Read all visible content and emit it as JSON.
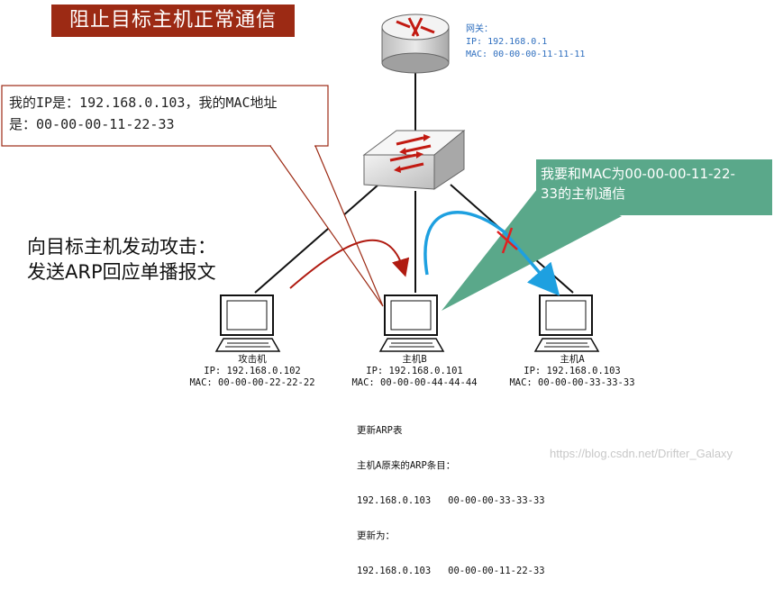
{
  "title": "阻止目标主机正常通信",
  "gateway": {
    "label": "网关：",
    "ip": "IP: 192.168.0.1",
    "mac": "MAC: 00-00-00-11-11-11"
  },
  "callout": {
    "text_line1": "我的IP是：192.168.0.103，我的MAC地址",
    "text_line2": "是：00-00-00-11-22-33"
  },
  "attack_description": {
    "line1": "向目标主机发动攻击：",
    "line2": "发送ARP回应单播报文"
  },
  "host_a_bubble": {
    "line1": "我要和MAC为00-00-00-11-22-",
    "line2": "33的主机通信"
  },
  "hosts": [
    {
      "name": "攻击机",
      "ip": "IP: 192.168.0.102",
      "mac": "MAC: 00-00-00-22-22-22"
    },
    {
      "name": "主机B",
      "ip": "IP: 192.168.0.101",
      "mac": "MAC: 00-00-00-44-44-44"
    },
    {
      "name": "主机A",
      "ip": "IP: 192.168.0.103",
      "mac": "MAC: 00-00-00-33-33-33"
    }
  ],
  "arp_update": {
    "line1": "更新ARP表",
    "line2": "主机A原来的ARP条目：",
    "line3": "192.168.0.103   00-00-00-33-33-33",
    "line4": "更新为：",
    "line5": "192.168.0.103   00-00-00-11-22-33"
  },
  "watermark": "https://blog.csdn.net/Drifter_Galaxy",
  "colors": {
    "title_bg": "#9c2a14",
    "callout_border": "#9c2a14",
    "green_bubble": "#5aa88a",
    "attack_arrow": "#b01a10",
    "comm_arrow": "#1ea0e0",
    "cross": "#e02020",
    "gateway_text": "#2f6fbf"
  }
}
